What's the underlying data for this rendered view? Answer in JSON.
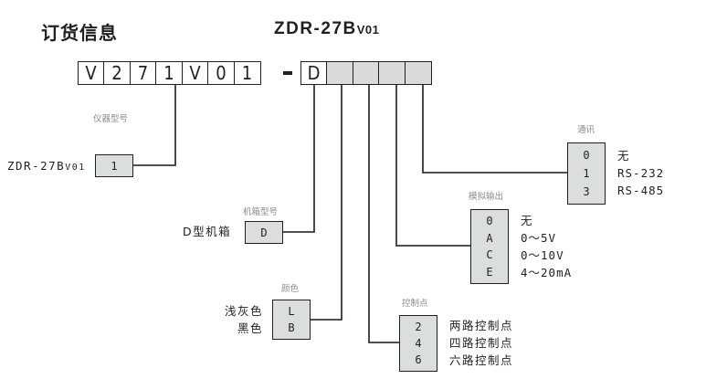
{
  "header": {
    "title": "订货信息",
    "model_main": "ZDR-27B",
    "model_suffix": "V01"
  },
  "code": {
    "prefix_cells": [
      "V",
      "2",
      "7",
      "1",
      "V",
      "0",
      "1"
    ],
    "separator": "-",
    "suffix_cells": [
      "D",
      "",
      "",
      "",
      ""
    ]
  },
  "sections": {
    "instrument": {
      "category": "仪器型号",
      "label_main": "ZDR-27B",
      "label_suffix": "V01",
      "codes": [
        "1"
      ]
    },
    "chassis": {
      "category": "机箱型号",
      "label": "D型机箱",
      "codes": [
        "D"
      ]
    },
    "color": {
      "category": "颜色",
      "codes": [
        "L",
        "B"
      ],
      "descriptions": [
        "浅灰色",
        "黑色"
      ]
    },
    "control": {
      "category": "控制点",
      "codes": [
        "2",
        "4",
        "6"
      ],
      "descriptions": [
        "两路控制点",
        "四路控制点",
        "六路控制点"
      ]
    },
    "analog": {
      "category": "模拟输出",
      "codes": [
        "0",
        "A",
        "C",
        "E"
      ],
      "descriptions": [
        "无",
        "0～5V",
        "0～10V",
        "4～20mA"
      ]
    },
    "comm": {
      "category": "通讯",
      "codes": [
        "0",
        "1",
        "3"
      ],
      "descriptions": [
        "无",
        "RS-232",
        "RS-485"
      ]
    }
  }
}
